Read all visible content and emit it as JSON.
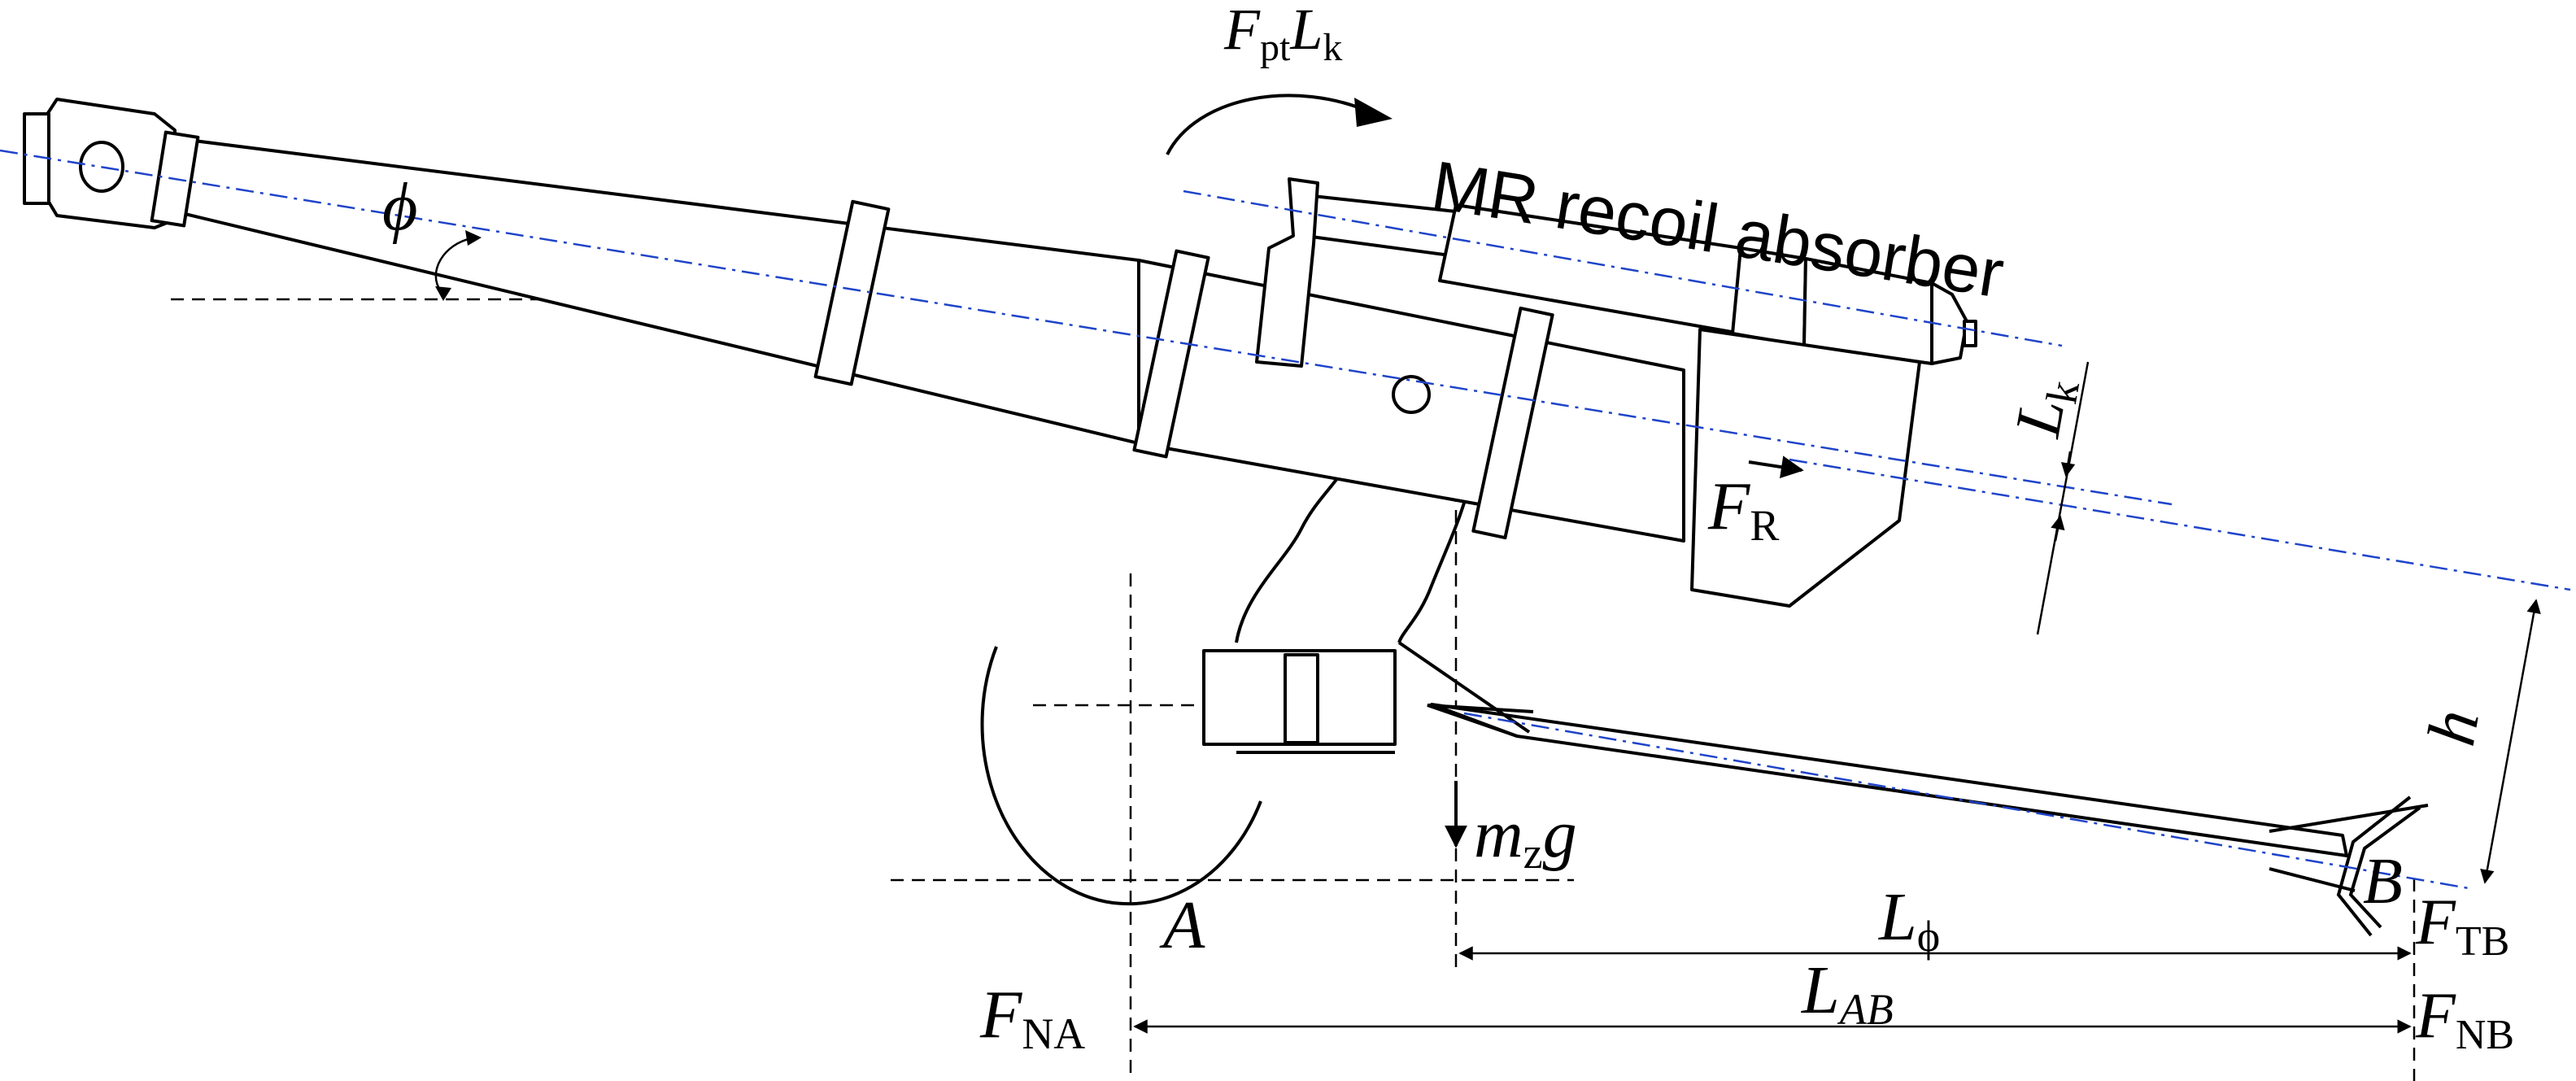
{
  "colors": {
    "absorber_fill": "#5b96d6",
    "centerline": "#1f44c9",
    "ink": "#000000",
    "background": "#ffffff"
  },
  "labels": {
    "absorber_title": "MR recoil absorber",
    "moment_F": "F",
    "moment_F_sub": "pt",
    "moment_L": "L",
    "moment_L_sub": "k",
    "angle_symbol": "ϕ",
    "Lk_main": "L",
    "Lk_sub": "k",
    "FR_main": "F",
    "FR_sub": "R",
    "h": "h",
    "mzg_m": "m",
    "mzg_sub": "z",
    "mzg_g": "g",
    "point_A": "A",
    "point_B": "B",
    "Lphi_main": "L",
    "Lphi_sub": "ϕ",
    "LAB_main": "L",
    "LAB_sub": "AB",
    "FNA_main": "F",
    "FNA_sub": "NA",
    "FTB_main": "F",
    "FTB_sub": "TB",
    "FNB_main": "F",
    "FNB_sub": "NB"
  }
}
